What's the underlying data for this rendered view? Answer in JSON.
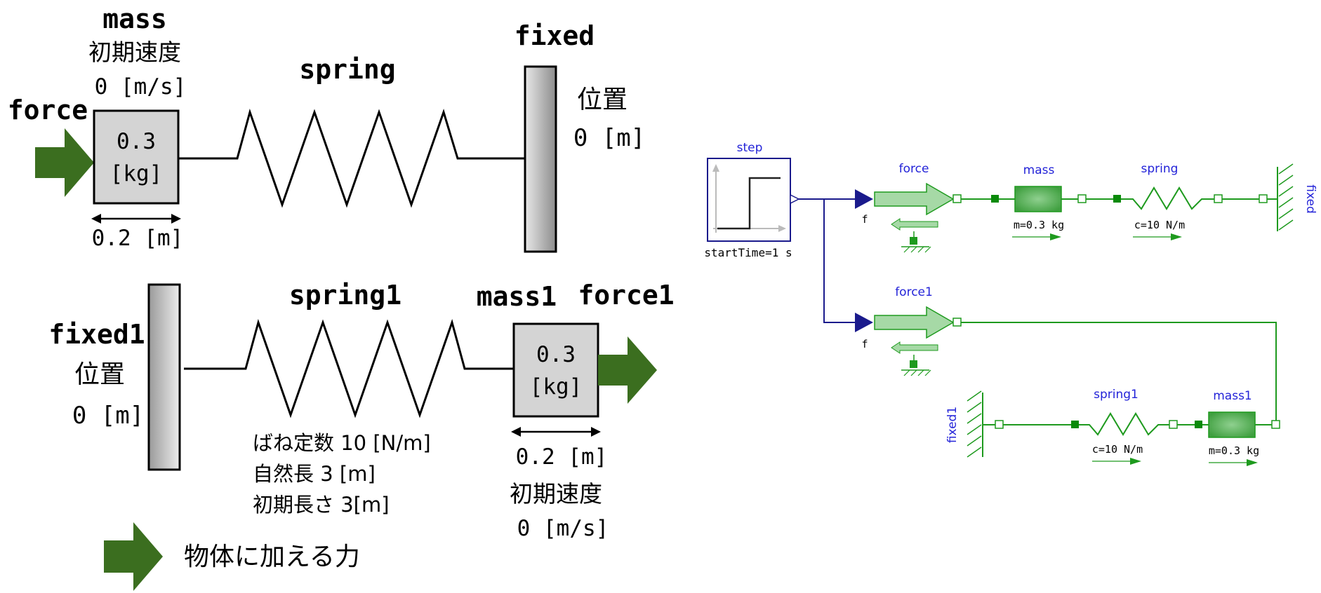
{
  "colors": {
    "force_arrow": "#3b6e1f",
    "mass_fill": "#d4d4d4",
    "wall_dark": "#8a8a8a",
    "wall_light": "#e6e6e6",
    "schematic_green": "#1e9a1e",
    "schematic_green_fill": "#a6d9a6",
    "schematic_block_fill": "#4faf4f",
    "schematic_navy": "#1a1a8c",
    "schematic_label": "#2323d8"
  },
  "icons": [
    "arrow-right-icon",
    "spring-zigzag-icon",
    "wall-icon",
    "mass-box-icon",
    "ground-hatch-icon",
    "step-signal-icon"
  ],
  "left": {
    "top": {
      "mass_label": "mass",
      "mass_init_vel_label": "初期速度",
      "mass_init_vel_value": "0 [m/s]",
      "force_label": "force",
      "mass_value": "0.3",
      "mass_unit": "[kg]",
      "mass_width": "0.2 [m]",
      "spring_label": "spring",
      "fixed_label": "fixed",
      "position_label": "位置",
      "position_value": "0 [m]"
    },
    "bottom": {
      "fixed_label": "fixed1",
      "position_label": "位置",
      "position_value": "0 [m]",
      "spring_label": "spring1",
      "spring_const": "ばね定数 10 [N/m]",
      "natural_length": "自然長 3 [m]",
      "initial_length": "初期長さ 3[m]",
      "mass_label": "mass1",
      "force_label": "force1",
      "mass_value": "0.3",
      "mass_unit": "[kg]",
      "mass_width": "0.2 [m]",
      "mass_init_vel_label": "初期速度",
      "mass_init_vel_value": "0 [m/s]"
    },
    "legend": {
      "text": "物体に加える力"
    }
  },
  "schematic": {
    "step": {
      "label": "step",
      "param": "startTime=1 s"
    },
    "force": {
      "label": "force",
      "port": "f"
    },
    "force1": {
      "label": "force1",
      "port": "f"
    },
    "mass": {
      "label": "mass",
      "param": "m=0.3 kg"
    },
    "spring": {
      "label": "spring",
      "param": "c=10 N/m"
    },
    "fixed": {
      "label": "fixed"
    },
    "fixed1": {
      "label": "fixed1"
    },
    "spring1": {
      "label": "spring1",
      "param": "c=10 N/m"
    },
    "mass1": {
      "label": "mass1",
      "param": "m=0.3 kg"
    }
  }
}
